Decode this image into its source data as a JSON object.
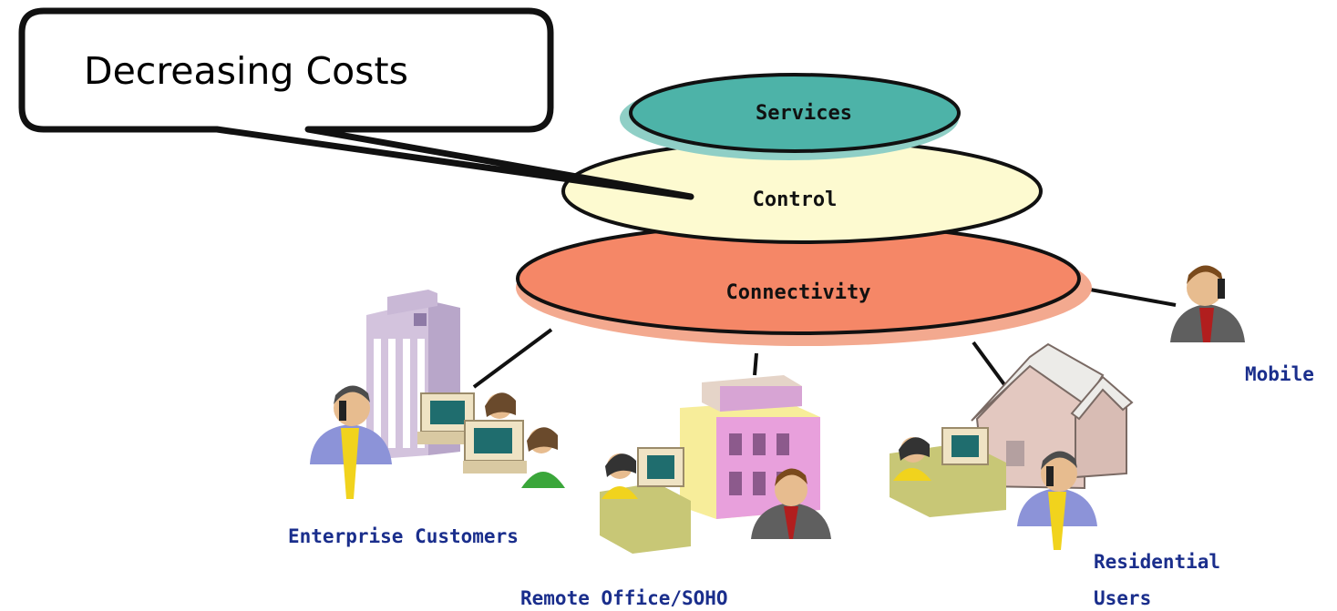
{
  "callout": {
    "text": "Decreasing Costs"
  },
  "layers": {
    "services": "Services",
    "control": "Control",
    "connectivity": "Connectivity"
  },
  "nodes": {
    "enterprise": "Enterprise Customers",
    "remote_office": "Remote Office/SOHO",
    "residential_line1": "Residential",
    "residential_line2": "Users",
    "mobile": "Mobile"
  },
  "colors": {
    "services": "#4db3a8",
    "control": "#fdfad0",
    "connectivity": "#f58767",
    "label_blue": "#1a2e8c"
  }
}
